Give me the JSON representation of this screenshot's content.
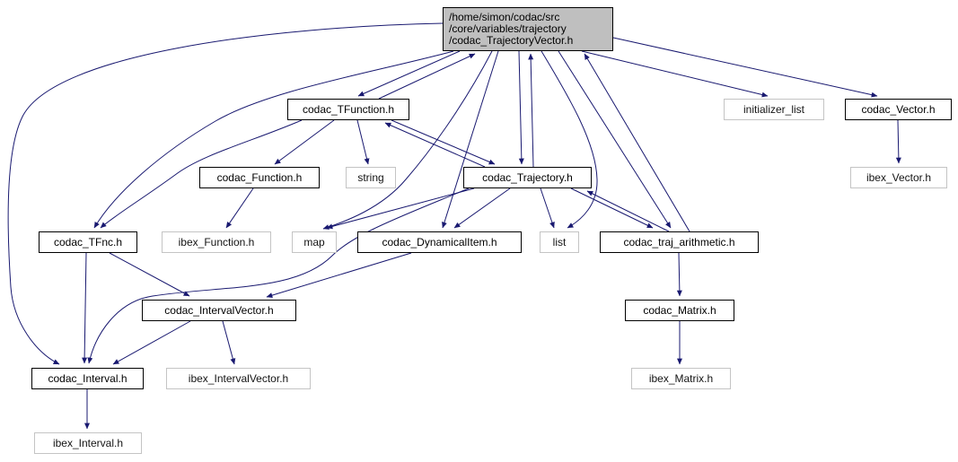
{
  "graph": {
    "type": "include-dependency-graph",
    "edge_color": "#191970",
    "current_node_fill": "#bfbfbf",
    "nodes": [
      {
        "id": "main",
        "label": "/home/simon/codac/src\n/core/variables/trajectory\n/codac_TrajectoryVector.h",
        "kind": "current-file"
      },
      {
        "id": "codac_TFunction",
        "label": "codac_TFunction.h",
        "kind": "documented"
      },
      {
        "id": "initializer_list",
        "label": "initializer_list",
        "kind": "external"
      },
      {
        "id": "codac_Vector",
        "label": "codac_Vector.h",
        "kind": "documented"
      },
      {
        "id": "codac_Function",
        "label": "codac_Function.h",
        "kind": "documented"
      },
      {
        "id": "string",
        "label": "string",
        "kind": "external"
      },
      {
        "id": "codac_Trajectory",
        "label": "codac_Trajectory.h",
        "kind": "documented"
      },
      {
        "id": "ibex_Vector",
        "label": "ibex_Vector.h",
        "kind": "external"
      },
      {
        "id": "codac_TFnc",
        "label": "codac_TFnc.h",
        "kind": "documented"
      },
      {
        "id": "ibex_Function",
        "label": "ibex_Function.h",
        "kind": "external"
      },
      {
        "id": "map",
        "label": "map",
        "kind": "external"
      },
      {
        "id": "codac_DynamicalItem",
        "label": "codac_DynamicalItem.h",
        "kind": "documented"
      },
      {
        "id": "list",
        "label": "list",
        "kind": "external"
      },
      {
        "id": "codac_traj_arithmetic",
        "label": "codac_traj_arithmetic.h",
        "kind": "documented"
      },
      {
        "id": "codac_IntervalVector",
        "label": "codac_IntervalVector.h",
        "kind": "documented"
      },
      {
        "id": "codac_Matrix",
        "label": "codac_Matrix.h",
        "kind": "documented"
      },
      {
        "id": "codac_Interval",
        "label": "codac_Interval.h",
        "kind": "documented"
      },
      {
        "id": "ibex_IntervalVector",
        "label": "ibex_IntervalVector.h",
        "kind": "external"
      },
      {
        "id": "ibex_Matrix",
        "label": "ibex_Matrix.h",
        "kind": "external"
      },
      {
        "id": "ibex_Interval",
        "label": "ibex_Interval.h",
        "kind": "external"
      }
    ],
    "edges": [
      {
        "from": "main",
        "to": "codac_TFunction"
      },
      {
        "from": "codac_TFunction",
        "to": "main"
      },
      {
        "from": "main",
        "to": "codac_Trajectory"
      },
      {
        "from": "codac_Trajectory",
        "to": "main"
      },
      {
        "from": "main",
        "to": "initializer_list"
      },
      {
        "from": "main",
        "to": "codac_Vector"
      },
      {
        "from": "main",
        "to": "codac_TFnc"
      },
      {
        "from": "main",
        "to": "codac_Interval"
      },
      {
        "from": "main",
        "to": "map"
      },
      {
        "from": "main",
        "to": "list"
      },
      {
        "from": "main",
        "to": "codac_DynamicalItem"
      },
      {
        "from": "main",
        "to": "codac_traj_arithmetic"
      },
      {
        "from": "codac_traj_arithmetic",
        "to": "main"
      },
      {
        "from": "codac_TFunction",
        "to": "codac_Function"
      },
      {
        "from": "codac_TFunction",
        "to": "string"
      },
      {
        "from": "codac_TFunction",
        "to": "codac_Trajectory"
      },
      {
        "from": "codac_Trajectory",
        "to": "codac_TFunction"
      },
      {
        "from": "codac_TFunction",
        "to": "codac_TFnc"
      },
      {
        "from": "codac_Function",
        "to": "ibex_Function"
      },
      {
        "from": "codac_Trajectory",
        "to": "map"
      },
      {
        "from": "codac_Trajectory",
        "to": "codac_DynamicalItem"
      },
      {
        "from": "codac_Trajectory",
        "to": "list"
      },
      {
        "from": "codac_Trajectory",
        "to": "codac_traj_arithmetic"
      },
      {
        "from": "codac_traj_arithmetic",
        "to": "codac_Trajectory"
      },
      {
        "from": "codac_Trajectory",
        "to": "codac_Interval"
      },
      {
        "from": "codac_TFnc",
        "to": "codac_Interval"
      },
      {
        "from": "codac_TFnc",
        "to": "codac_IntervalVector"
      },
      {
        "from": "codac_DynamicalItem",
        "to": "codac_IntervalVector"
      },
      {
        "from": "codac_traj_arithmetic",
        "to": "codac_Matrix"
      },
      {
        "from": "codac_IntervalVector",
        "to": "codac_Interval"
      },
      {
        "from": "codac_IntervalVector",
        "to": "ibex_IntervalVector"
      },
      {
        "from": "codac_Interval",
        "to": "ibex_Interval"
      },
      {
        "from": "codac_Matrix",
        "to": "ibex_Matrix"
      },
      {
        "from": "codac_Vector",
        "to": "ibex_Vector"
      }
    ]
  }
}
